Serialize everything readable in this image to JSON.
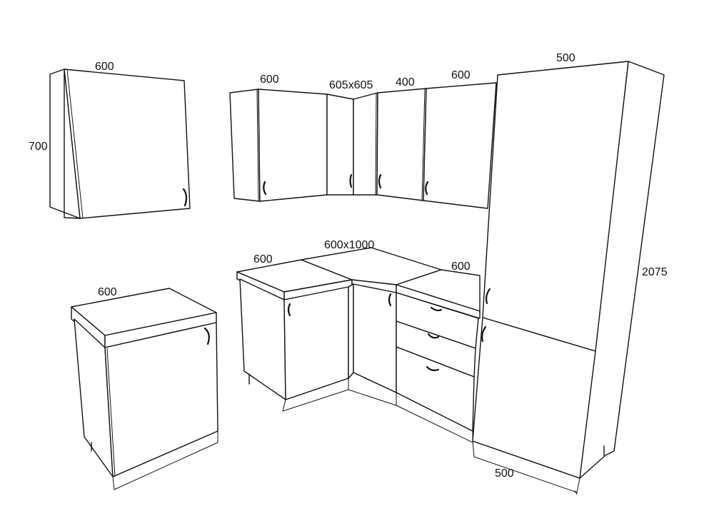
{
  "diagram": {
    "line_color": "#111111",
    "background": "#ffffff",
    "dimensions": {
      "wall_single_width": "600",
      "wall_single_height": "700",
      "wall_run_left_width": "600",
      "wall_corner": "605x605",
      "wall_run_mid_width": "400",
      "wall_run_right_width": "600",
      "tall_width": "500",
      "tall_height": "2075",
      "tall_depth": "500",
      "base_single_width": "600",
      "base_left_width": "600",
      "base_corner": "600x1000",
      "base_drawer_width": "600"
    }
  }
}
